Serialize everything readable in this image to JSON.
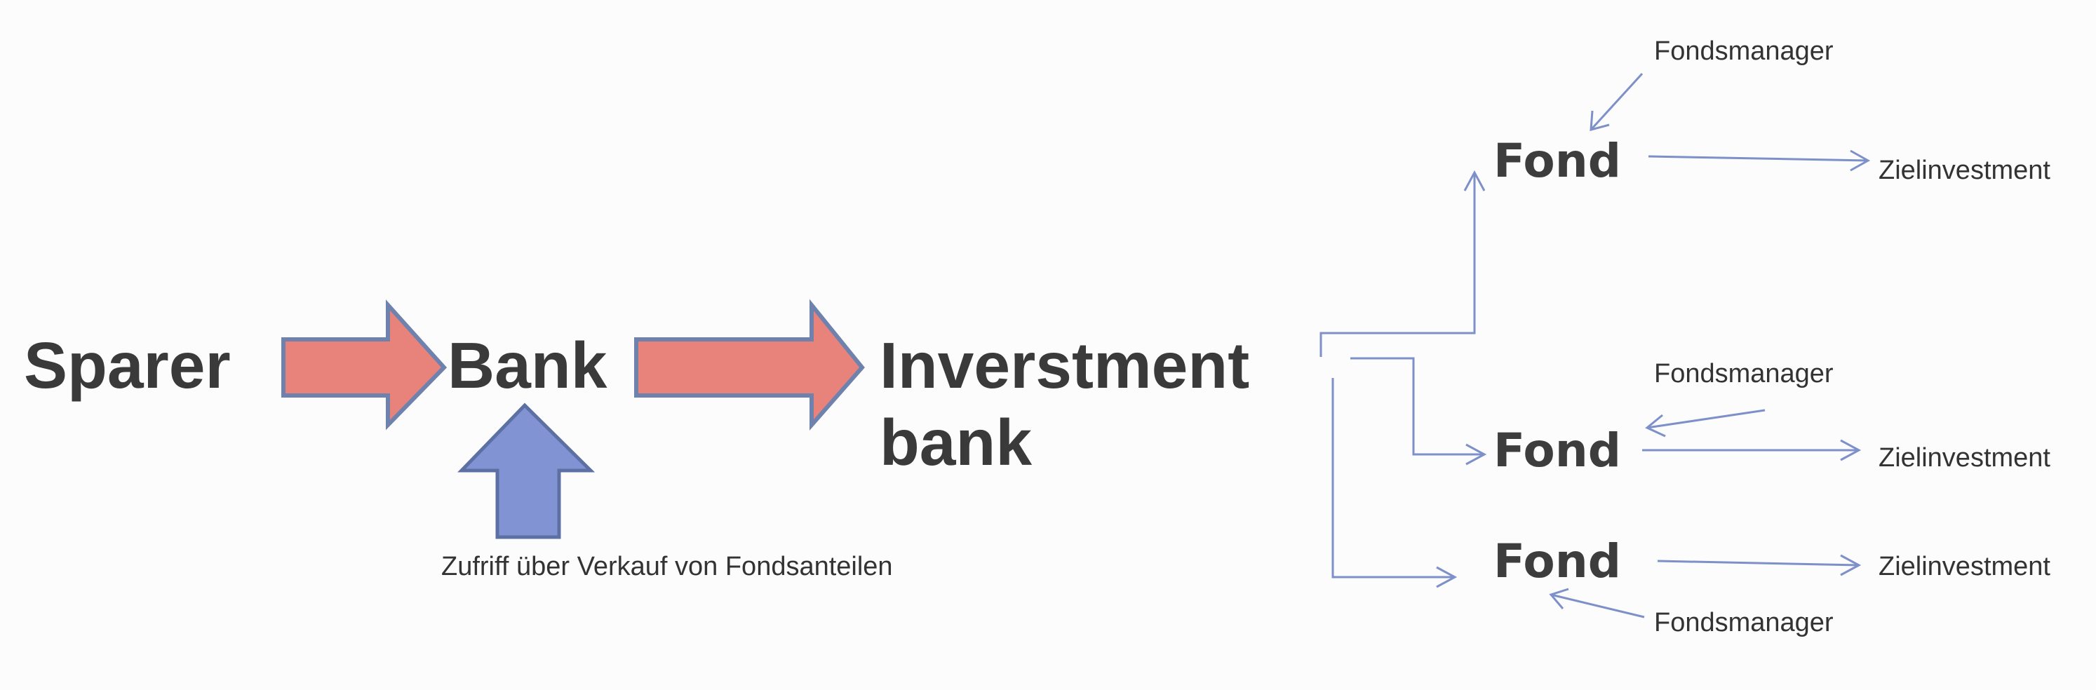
{
  "colors": {
    "flow_arrow_fill": "#e8837c",
    "flow_arrow_stroke": "#6e82ad",
    "up_arrow_fill": "#8293d3",
    "up_arrow_stroke": "#5c70a3",
    "connector": "#7d90c9",
    "text": "#3a3a3a"
  },
  "chain": {
    "sparer": "Sparer",
    "bank": "Bank",
    "investment_line1": "Inverstment",
    "investment_line2": "bank",
    "caption": "Zufriff über Verkauf von Fondsanteilen"
  },
  "funds": [
    {
      "label": "Fond",
      "manager": "Fondsmanager",
      "target": "Zielinvestment"
    },
    {
      "label": "Fond",
      "manager": "Fondsmanager",
      "target": "Zielinvestment"
    },
    {
      "label": "Fond",
      "manager": "Fondsmanager",
      "target": "Zielinvestment"
    }
  ]
}
